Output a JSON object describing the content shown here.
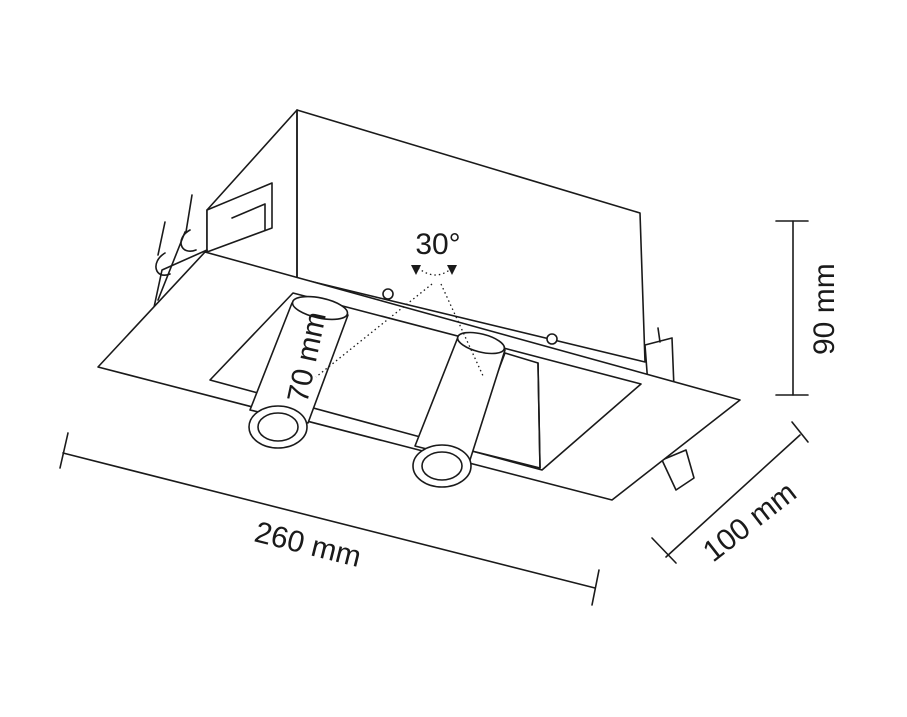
{
  "dimensions": {
    "width_label": "260 mm",
    "depth_label": "100 mm",
    "height_label": "90 mm",
    "spot_length_label": "70 mm",
    "tilt_angle_label": "30°"
  },
  "colors": {
    "line": "#1a1a1a",
    "background": "#ffffff"
  }
}
